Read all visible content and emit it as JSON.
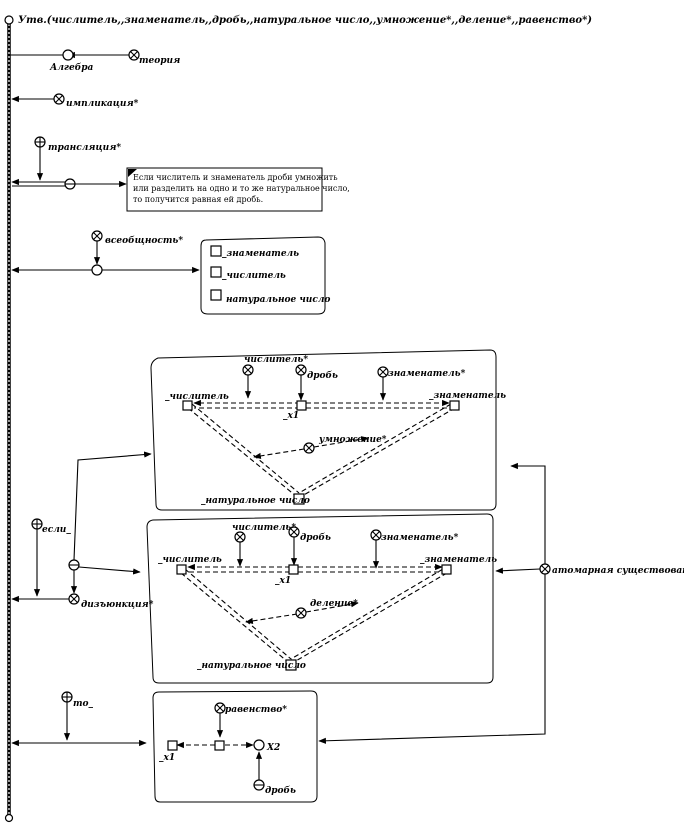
{
  "statement": {
    "title": "Утв.(числитель,,знаменатель,,дробь,,натуральное число,,умножение*,,деление*,,равенство*)"
  },
  "branches": {
    "algebra": "Алгебра",
    "theory": "теория",
    "implication": "импликация*",
    "translation": "трансляция*",
    "universality": "всеобщность*",
    "if": "если_",
    "then": "то_",
    "disjunction": "дизъюнкция*",
    "atomic_existence": "атомарная существования"
  },
  "text_block": {
    "lines": [
      "Если числитель и знаменатель дроби умножить",
      "или разделить на одно и то же натуральное число,",
      "то получится равная ей дробь."
    ]
  },
  "universality_box": {
    "items": [
      "_знаменатель",
      "_числитель",
      "натуральное число"
    ]
  },
  "multiply_block": {
    "role_numerator": "числитель*",
    "role_fraction": "дробь",
    "role_denominator": "знаменатель*",
    "node_numerator": "_числитель",
    "node_denominator": "_знаменатель",
    "node_x1": "_x1",
    "operation": "умножение*",
    "node_natural": "_натуральное число"
  },
  "divide_block": {
    "role_numerator": "числитель*",
    "role_fraction": "дробь",
    "role_denominator": "знаменатель*",
    "node_numerator": "_числитель",
    "node_denominator": "_знаменатель",
    "node_x1": "_x1",
    "operation": "деление*",
    "node_natural": "_натуральное число"
  },
  "equality_block": {
    "relation": "равенство*",
    "node_x1": "_x1",
    "node_x2": "X2",
    "role_fraction": "дробь"
  }
}
